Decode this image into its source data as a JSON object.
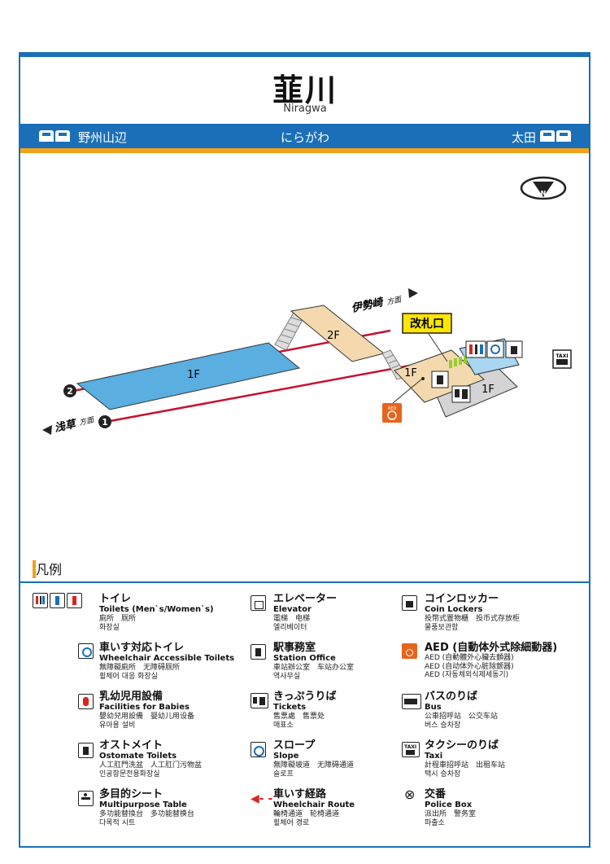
{
  "station": {
    "name": "韮川",
    "romaji": "Niragwa",
    "hiragana": "にらがわ",
    "west_station": "野州山辺",
    "east_station": "太田"
  },
  "map": {
    "direction_asakusa": "浅草",
    "direction_isesaki": "伊勢崎",
    "direction_suffix": "方面",
    "ticket_gate": "改札口",
    "floor_2f": "2F",
    "floor_1f_platform": "1F",
    "floor_1f_concourse": "1F",
    "floor_1f_building": "1F",
    "platform_1": "1",
    "platform_2": "2",
    "aed_label": "AED",
    "taxi_label": "TAXI",
    "compass_label": "N"
  },
  "legend": {
    "title": "凡例",
    "items": [
      {
        "jp": "トイレ",
        "en": "Toilets (Men`s/Women`s)",
        "sub1": "廁所　厕所",
        "sub2": "화장실"
      },
      {
        "jp": "車いす対応トイレ",
        "en": "Wheelchair Accessible Toilets",
        "sub1": "無障礙廁所　无障碍厕所",
        "sub2": "휠체어 대응 화장실"
      },
      {
        "jp": "乳幼児用設備",
        "en": "Facilities for Babies",
        "sub1": "嬰幼兒用設備　婴幼儿用设备",
        "sub2": "유아용 설비"
      },
      {
        "jp": "オストメイト",
        "en": "Ostomate Toilets",
        "sub1": "人工肛門洗盆　人工肛门污物盆",
        "sub2": "인공항문전용화장실"
      },
      {
        "jp": "多目的シート",
        "en": "Multipurpose Table",
        "sub1": "多功能替換台　多功能替换台",
        "sub2": "다목적 시트"
      },
      {
        "jp": "エレベーター",
        "en": "Elevator",
        "sub1": "電梯　电梯",
        "sub2": "엘리베이터"
      },
      {
        "jp": "駅事務室",
        "en": "Station Office",
        "sub1": "車站辦公室　车站办公室",
        "sub2": "역사무실"
      },
      {
        "jp": "きっぷうりば",
        "en": "Tickets",
        "sub1": "售票處　售票处",
        "sub2": "매표소"
      },
      {
        "jp": "スロープ",
        "en": "Slope",
        "sub1": "無障礙坡道　无障碍通道",
        "sub2": "슬로프"
      },
      {
        "jp": "車いす経路",
        "en": "Wheelchair Route",
        "sub1": "輪椅通道　轮椅通道",
        "sub2": "휠체어 경로"
      },
      {
        "jp": "コインロッカー",
        "en": "Coin Lockers",
        "sub1": "投幣式置物櫃　投币式存放柜",
        "sub2": "물품보관함"
      },
      {
        "jp": "AED (自動体外式除細動器)",
        "en": "",
        "sub1": "AED (自動體外心臟去顫器)",
        "sub2": "AED (自动体外心脏除颤器)",
        "sub3": "AED (자동체외식제세동기)"
      },
      {
        "jp": "バスのりば",
        "en": "Bus",
        "sub1": "公車招呼站　公交车站",
        "sub2": "버스 승차장"
      },
      {
        "jp": "タクシーのりば",
        "en": "Taxi",
        "sub1": "計程車招呼站　出租车站",
        "sub2": "택시 승차장"
      },
      {
        "jp": "交番",
        "en": "Police Box",
        "sub1": "派出所　警务室",
        "sub2": "파출소"
      }
    ]
  },
  "colors": {
    "brand_blue": "#1a6fb8",
    "accent_orange": "#f2a11a",
    "platform_blue": "#5aaee0",
    "concourse_beige": "#f4d9ae",
    "track_red": "#c8102e",
    "gate_yellow": "#ffe600",
    "toilet_red": "#d7261e"
  }
}
